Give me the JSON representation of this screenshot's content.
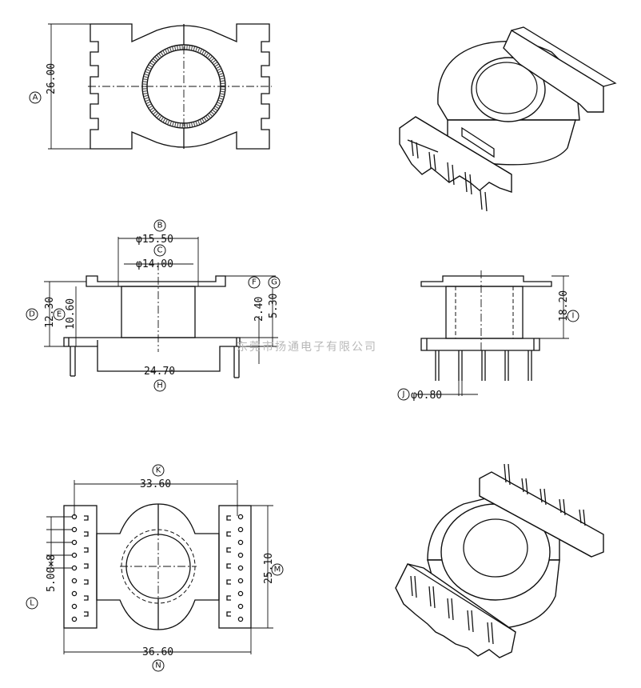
{
  "dimensions": {
    "A": {
      "letter": "A",
      "value": "26.00"
    },
    "B": {
      "letter": "B",
      "value": "φ15.50"
    },
    "C": {
      "letter": "C",
      "value": "φ14.00"
    },
    "D": {
      "letter": "D",
      "value": "12.30"
    },
    "E": {
      "letter": "E",
      "value": "10.60"
    },
    "F": {
      "letter": "F",
      "value": "2.40"
    },
    "G": {
      "letter": "G",
      "value": "5.30"
    },
    "H": {
      "letter": "H",
      "value": "24.70"
    },
    "I": {
      "letter": "I",
      "value": "18.20"
    },
    "J": {
      "letter": "J",
      "value": "φ0.80"
    },
    "K": {
      "letter": "K",
      "value": "33.60"
    },
    "L": {
      "letter": "L",
      "value": "5.00×8"
    },
    "M": {
      "letter": "M",
      "value": "25.10"
    },
    "N": {
      "letter": "N",
      "value": "36.60"
    }
  },
  "watermark": "东莞市扬通电子有限公司",
  "colors": {
    "line": "#111111",
    "watermark": "#b8b8b8",
    "background": "#ffffff"
  }
}
